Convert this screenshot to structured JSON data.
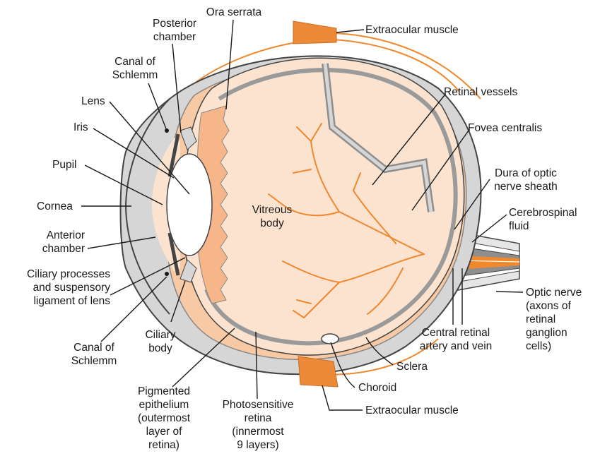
{
  "labels": {
    "ora_serrata": "Ora serrata",
    "posterior_chamber": "Posterior\nchamber",
    "extraocular_muscle_top": "Extraocular muscle",
    "canal_of_schlemm_top": "Canal of\nSchlemm",
    "lens": "Lens",
    "iris": "Iris",
    "pupil": "Pupil",
    "cornea": "Cornea",
    "anterior_chamber": "Anterior\nchamber",
    "ciliary_processes": "Ciliary processes\nand suspensory\nligament of lens",
    "canal_of_schlemm_bottom": "Canal of\nSchlemm",
    "ciliary_body": "Ciliary\nbody",
    "pigmented_epithelium": "Pigmented\nepithelium\n(outermost\nlayer of\nretina)",
    "photosensitive_retina": "Photosensitive\nretina\n(innermost\n9 layers)",
    "vitreous_body": "Vitreous\nbody",
    "retinal_vessels": "Retinal vessels",
    "fovea_centralis": "Fovea centralis",
    "dura_of_optic_nerve_sheath": "Dura of optic\nnerve sheath",
    "cerebrospinal_fluid": "Cerebrospinal\nfluid",
    "optic_nerve": "Optic nerve\n(axons of\nretinal\nganglion\ncells)",
    "central_retinal_artery_and_vein": "Central retinal\nartery and vein",
    "sclera": "Sclera",
    "choroid": "Choroid",
    "extraocular_muscle_bottom": "Extraocular muscle"
  },
  "colors": {
    "sclera": "#d6d6d6",
    "outline": "#444444",
    "peach": "#f7c9a4",
    "peach_light": "#fbe3cf",
    "orange": "#f0882e",
    "muscle": "#ec8a3a",
    "nerve_dark": "#8e8e8e",
    "leader": "#1a1a1a"
  }
}
